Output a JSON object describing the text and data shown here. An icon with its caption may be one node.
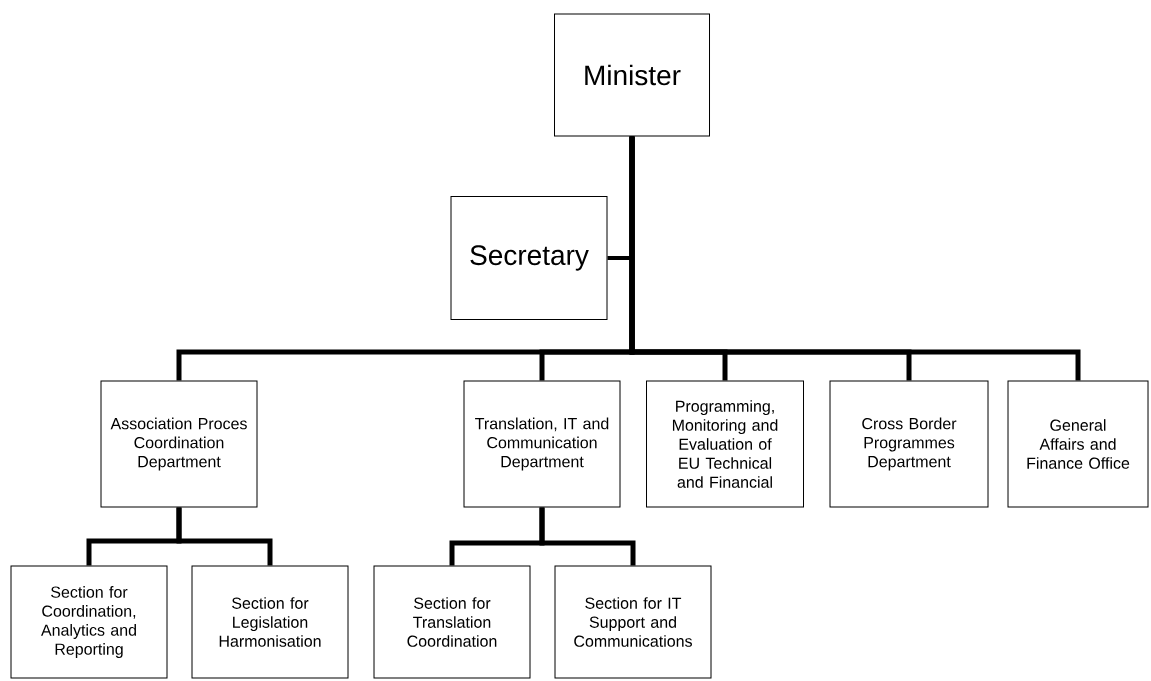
{
  "diagram": {
    "nodes": [
      {
        "text": [
          "Minister"
        ]
      },
      {
        "text": [
          "Secretary"
        ]
      },
      {
        "text": [
          "Association Proces Coordination Department"
        ]
      },
      {
        "text": [
          "Translation, IT and Communication Department"
        ]
      },
      {
        "text": [
          "Programming, Monitoring and Evaluation of EU Technical and Financial"
        ]
      },
      {
        "text": [
          "Cross Border Programmes Department"
        ]
      },
      {
        "text": [
          "General Affairs and Finance Office"
        ]
      },
      {
        "text": [
          "Section for Coordination, Analytics and Reporting"
        ]
      },
      {
        "text": [
          "Section for Legislation Harmonisation"
        ]
      },
      {
        "text": [
          "Section for Translation Coordination"
        ]
      },
      {
        "text": [
          "Section for IT Support and Communications"
        ]
      }
    ],
    "edges": [
      {
        "from": 0,
        "to": 1,
        "arrow": "none"
      },
      {
        "from": 0,
        "to": 2,
        "arrow": "none"
      },
      {
        "from": 0,
        "to": 3,
        "arrow": "none"
      },
      {
        "from": 0,
        "to": 4,
        "arrow": "none"
      },
      {
        "from": 0,
        "to": 5,
        "arrow": "none"
      },
      {
        "from": 0,
        "to": 6,
        "arrow": "none"
      },
      {
        "from": 2,
        "to": 7,
        "arrow": "none"
      },
      {
        "from": 2,
        "to": 8,
        "arrow": "none"
      },
      {
        "from": 3,
        "to": 9,
        "arrow": "none"
      },
      {
        "from": 3,
        "to": 10,
        "arrow": "none"
      }
    ]
  }
}
